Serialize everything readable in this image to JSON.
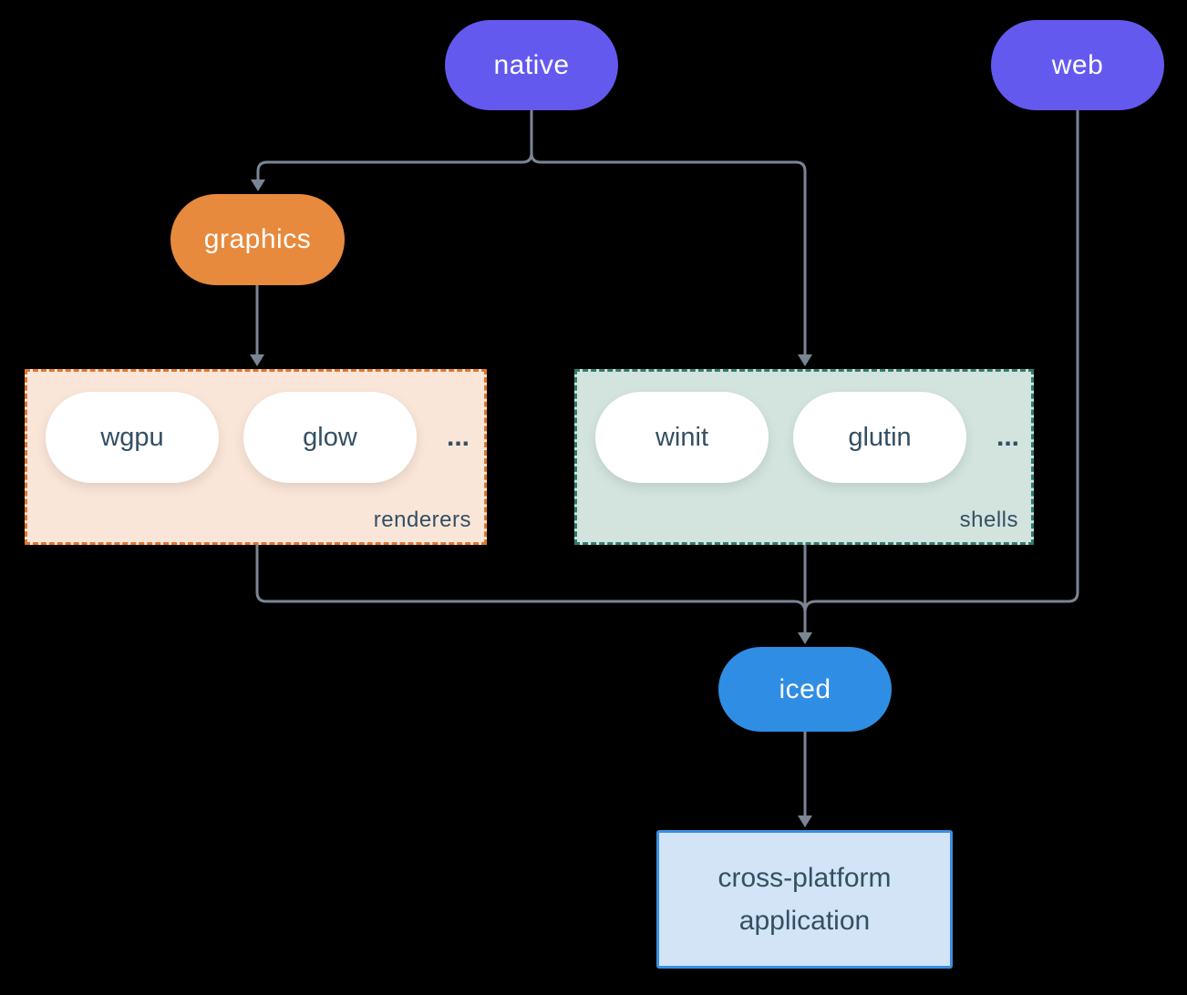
{
  "nodes": {
    "native": "native",
    "web": "web",
    "graphics": "graphics",
    "iced": "iced",
    "application": "cross-platform application"
  },
  "groups": {
    "renderers": {
      "label": "renderers",
      "items": [
        "wgpu",
        "glow"
      ],
      "more": "..."
    },
    "shells": {
      "label": "shells",
      "items": [
        "winit",
        "glutin"
      ],
      "more": "..."
    }
  },
  "colors": {
    "background": "#000000",
    "purple": "#6459ee",
    "orange": "#e78a3d",
    "blue": "#2f8de4",
    "connector": "#7a8694",
    "renderers-bg": "#fae6d8",
    "renderers-border": "#e0762f",
    "shells-bg": "#d3e4de",
    "shells-border": "#2e7d6e",
    "app-bg": "#d2e4f6",
    "app-border": "#3b8fe0",
    "pill-bg": "#ffffff",
    "dark-text": "#344f63",
    "light-text": "#ffffff"
  }
}
